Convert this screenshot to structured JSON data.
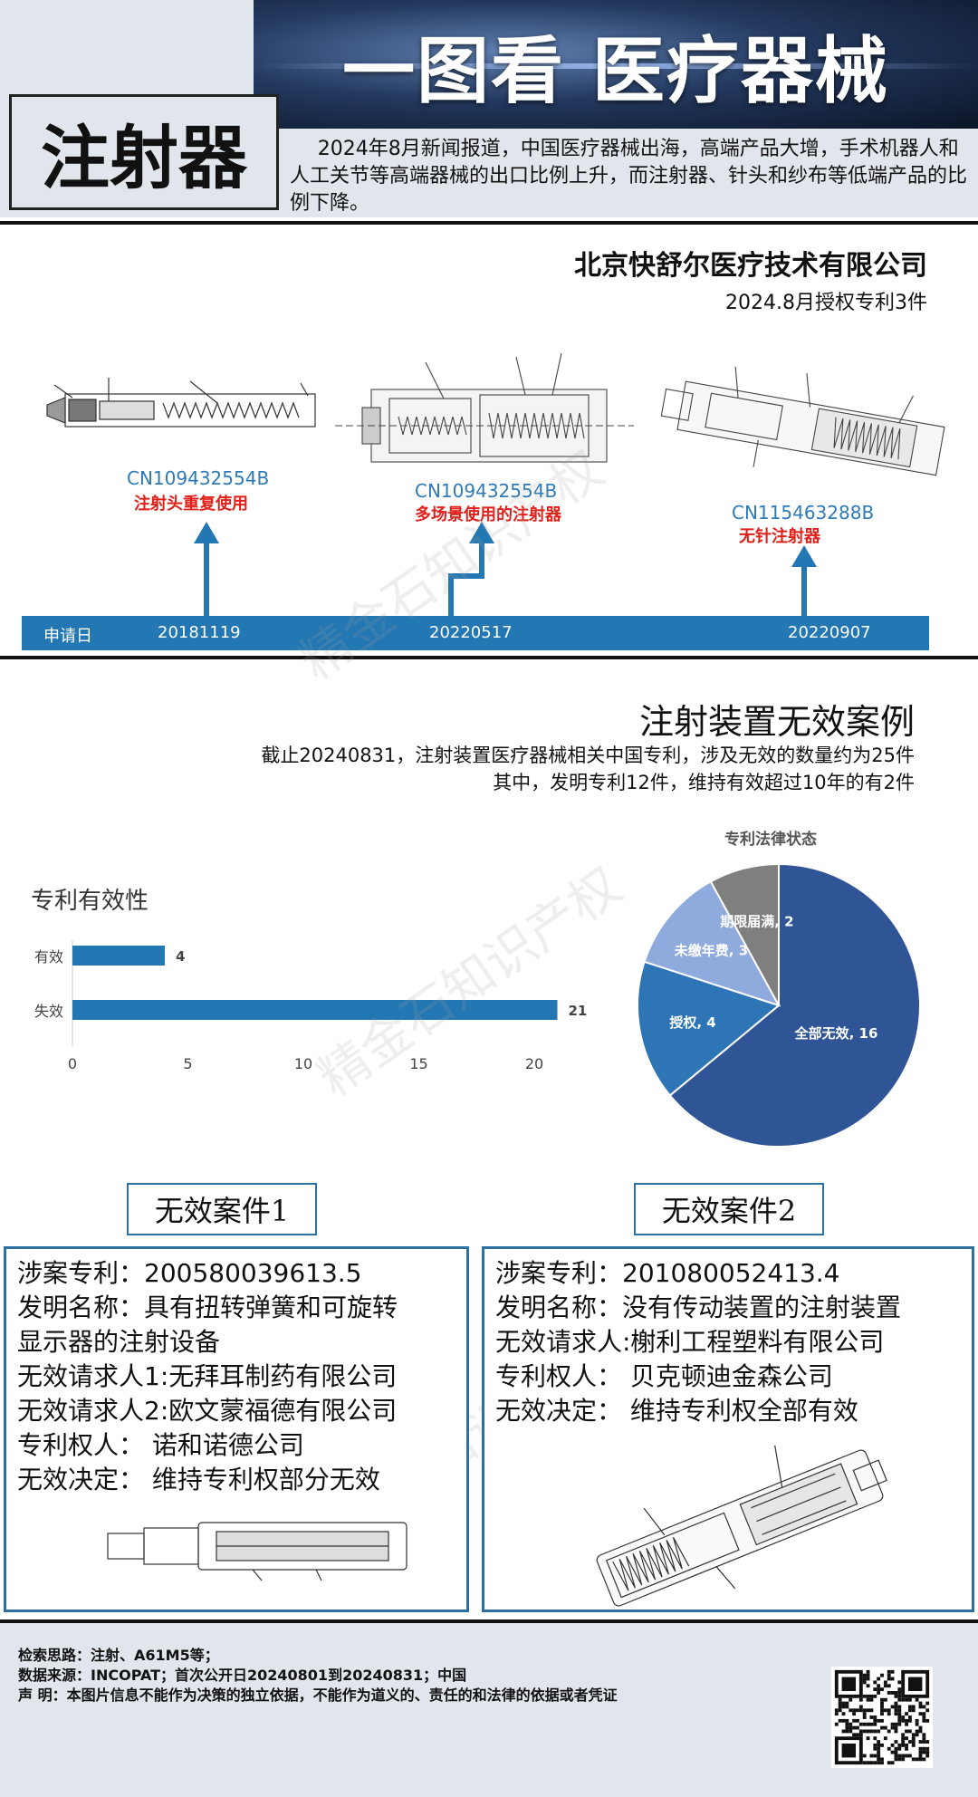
{
  "header": {
    "banner_title": "一图看  医疗器械",
    "category": "注射器",
    "description": "2024年8月新闻报道，中国医疗器械出海，高端产品大增，手术机器人和人工关节等高端器械的出口比例上升，而注射器、针头和纱布等低端产品的比例下降。"
  },
  "section1": {
    "company": "北京快舒尔医疗技术有限公司",
    "subtitle": "2024.8月授权专利3件",
    "patents": [
      {
        "number": "CN109432554B",
        "title": "注射头重复使用"
      },
      {
        "number": "CN109432554B",
        "title": "多场景使用的注射器"
      },
      {
        "number": "CN115463288B",
        "title": "无针注射器"
      }
    ],
    "timeline": {
      "label": "申请日",
      "dates": [
        "20181119",
        "20220517",
        "20220907"
      ]
    }
  },
  "section2": {
    "title": "注射装置无效案例",
    "line1": "截止20240831，注射装置医疗器械相关中国专利，涉及无效的数量约为25件",
    "line2": "其中，发明专利12件，维持有效超过10年的有2件",
    "watermark": "精金石知识产权"
  },
  "chart_data": [
    {
      "type": "bar",
      "orientation": "horizontal",
      "title": "专利有效性",
      "categories": [
        "有效",
        "失效"
      ],
      "values": [
        4,
        21
      ],
      "xlim": [
        0,
        20
      ],
      "xticks": [
        0,
        5,
        10,
        15,
        20
      ],
      "color": "#2377b3"
    },
    {
      "type": "pie",
      "title": "专利法律状态",
      "slices": [
        {
          "label": "全部无效",
          "value": 16,
          "color": "#2f5597"
        },
        {
          "label": "授权",
          "value": 4,
          "color": "#2e75b6"
        },
        {
          "label": "未缴年费",
          "value": 3,
          "color": "#8faadc"
        },
        {
          "label": "期限届满",
          "value": 2,
          "color": "#7f7f7f"
        }
      ]
    }
  ],
  "cases": [
    {
      "label": "无效案件1",
      "lines": [
        "涉案专利：200580039613.5",
        "发明名称：具有扭转弹簧和可旋转",
        "显示器的注射设备",
        "无效请求人1:无拜耳制药有限公司",
        "无效请求人2:欧文蒙福德有限公司",
        "专利权人：  诺和诺德公司",
        "无效决定：  维持专利权部分无效"
      ]
    },
    {
      "label": "无效案件2",
      "lines": [
        "涉案专利：201080052413.4",
        "发明名称：没有传动装置的注射装置",
        "无效请求人:榭利工程塑料有限公司",
        "专利权人：  贝克顿迪金森公司",
        "无效决定：  维持专利权全部有效"
      ]
    }
  ],
  "footer": {
    "line1": "检索思路：注射、A61M5等；",
    "line2": "数据来源：INCOPAT；首次公开日20240801到20240831；中国",
    "line3": "声      明：本图片信息不能作为决策的独立依据，不能作为道义的、责任的和法律的依据或者凭证"
  }
}
